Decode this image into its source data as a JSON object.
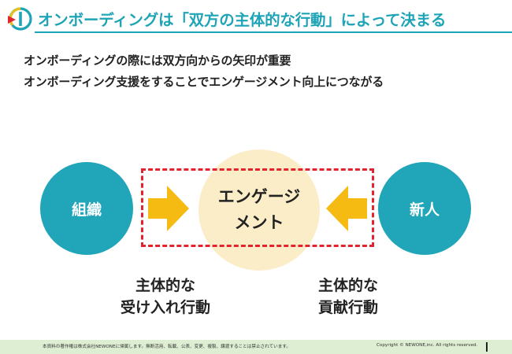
{
  "header": {
    "title": "オンボーディングは「双方の主体的な行動」によって決まる"
  },
  "subtitle": {
    "line1": "オンボーディングの際には双方向からの矢印が重要",
    "line2": "オンボーディング支援をすることでエンゲージメント向上につながる"
  },
  "diagram": {
    "left_circle": "組織",
    "right_circle": "新人",
    "center_line1": "エンゲージ",
    "center_line2": "メント",
    "left_caption_line1": "主体的な",
    "left_caption_line2": "受け入れ行動",
    "right_caption_line1": "主体的な",
    "right_caption_line2": "貢献行動"
  },
  "footer": {
    "notice": "本資料の著作権は株式会社NEWONEに帰属します。無断活用、転載、公表、変更、複製、譲渡することは禁止されています。",
    "copyright": "Copyright © NEWONE,inc. All rights reserved."
  },
  "colors": {
    "accent": "#1ea4b7",
    "circle": "#21a5b8",
    "engagement_fill": "#fcedc9",
    "arrow": "#f5bb12",
    "dashed_border": "#e3232e",
    "footer_bg": "#ddeed3"
  },
  "icons": {
    "logo": "newone-logo-icon",
    "arrows": "right-arrow-icon, left-arrow-icon"
  }
}
